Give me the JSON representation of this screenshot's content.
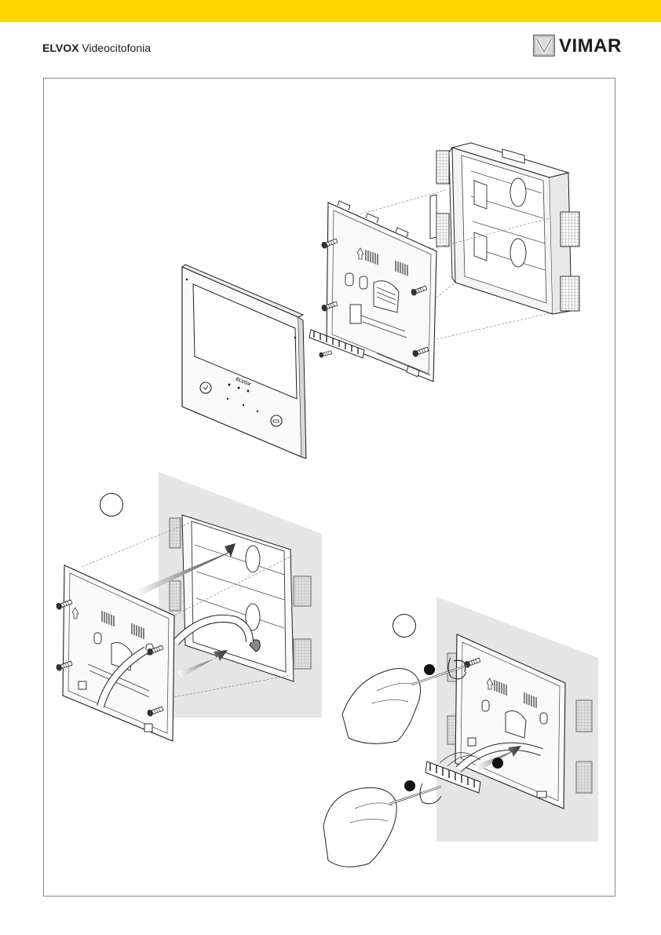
{
  "header": {
    "brand_bold": "ELVOX",
    "brand_light": "Videocitofonia",
    "logo_text": "VIMAR",
    "bar_color": "#ffd500"
  },
  "device": {
    "logo_text": "ELVOX"
  },
  "steps": [
    {
      "label": ""
    },
    {
      "label": ""
    }
  ],
  "substeps": [
    {
      "label": ""
    },
    {
      "label": ""
    },
    {
      "label": ""
    }
  ]
}
